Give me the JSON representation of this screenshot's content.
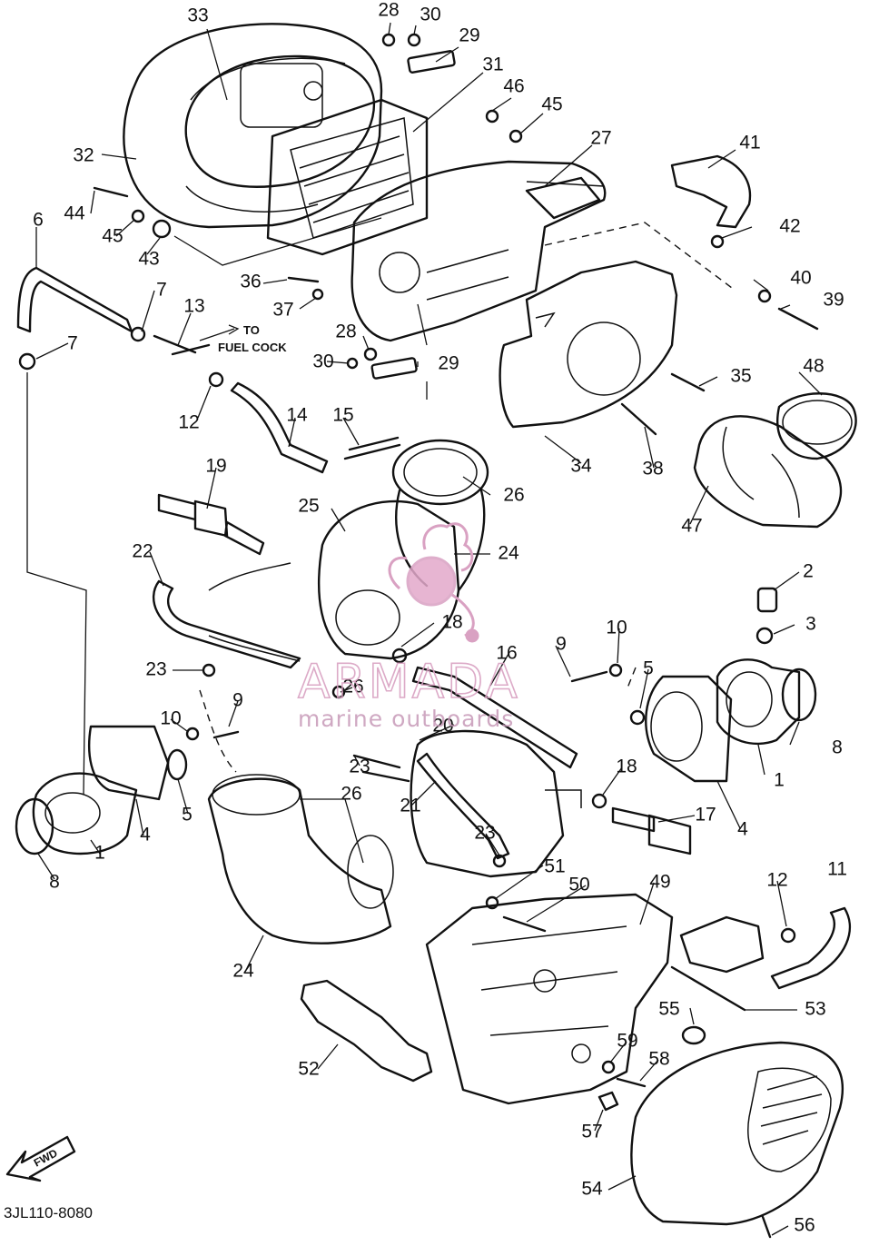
{
  "diagram": {
    "parts": [
      {
        "id": "33",
        "label": "33"
      },
      {
        "id": "28a",
        "label": "28"
      },
      {
        "id": "30a",
        "label": "30"
      },
      {
        "id": "29a",
        "label": "29"
      },
      {
        "id": "31",
        "label": "31"
      },
      {
        "id": "46",
        "label": "46"
      },
      {
        "id": "45a",
        "label": "45"
      },
      {
        "id": "27",
        "label": "27"
      },
      {
        "id": "32",
        "label": "32"
      },
      {
        "id": "41",
        "label": "41"
      },
      {
        "id": "44",
        "label": "44"
      },
      {
        "id": "45b",
        "label": "45"
      },
      {
        "id": "43",
        "label": "43"
      },
      {
        "id": "42",
        "label": "42"
      },
      {
        "id": "6",
        "label": "6"
      },
      {
        "id": "36",
        "label": "36"
      },
      {
        "id": "40",
        "label": "40"
      },
      {
        "id": "7a",
        "label": "7"
      },
      {
        "id": "13",
        "label": "13"
      },
      {
        "id": "37",
        "label": "37"
      },
      {
        "id": "39",
        "label": "39"
      },
      {
        "id": "7b",
        "label": "7"
      },
      {
        "id": "28b",
        "label": "28"
      },
      {
        "id": "30b",
        "label": "30"
      },
      {
        "id": "29b",
        "label": "29"
      },
      {
        "id": "35",
        "label": "35"
      },
      {
        "id": "48",
        "label": "48"
      },
      {
        "id": "12a",
        "label": "12"
      },
      {
        "id": "14",
        "label": "14"
      },
      {
        "id": "15",
        "label": "15"
      },
      {
        "id": "34",
        "label": "34"
      },
      {
        "id": "38",
        "label": "38"
      },
      {
        "id": "19",
        "label": "19"
      },
      {
        "id": "26a",
        "label": "26"
      },
      {
        "id": "25",
        "label": "25"
      },
      {
        "id": "47",
        "label": "47"
      },
      {
        "id": "22",
        "label": "22"
      },
      {
        "id": "24a",
        "label": "24"
      },
      {
        "id": "2",
        "label": "2"
      },
      {
        "id": "18a",
        "label": "18"
      },
      {
        "id": "3",
        "label": "3"
      },
      {
        "id": "10a",
        "label": "10"
      },
      {
        "id": "9a",
        "label": "9"
      },
      {
        "id": "16",
        "label": "16"
      },
      {
        "id": "5a",
        "label": "5"
      },
      {
        "id": "23a",
        "label": "23"
      },
      {
        "id": "26b",
        "label": "26"
      },
      {
        "id": "9b",
        "label": "9"
      },
      {
        "id": "20",
        "label": "20"
      },
      {
        "id": "10b",
        "label": "10"
      },
      {
        "id": "8a",
        "label": "8"
      },
      {
        "id": "1a",
        "label": "1"
      },
      {
        "id": "5b",
        "label": "5"
      },
      {
        "id": "23b",
        "label": "23"
      },
      {
        "id": "18b",
        "label": "18"
      },
      {
        "id": "26c",
        "label": "26"
      },
      {
        "id": "21",
        "label": "21"
      },
      {
        "id": "17",
        "label": "17"
      },
      {
        "id": "4a",
        "label": "4"
      },
      {
        "id": "4b",
        "label": "4"
      },
      {
        "id": "8b",
        "label": "8"
      },
      {
        "id": "1b",
        "label": "1"
      },
      {
        "id": "23c",
        "label": "23"
      },
      {
        "id": "51",
        "label": "51"
      },
      {
        "id": "11",
        "label": "11"
      },
      {
        "id": "50",
        "label": "50"
      },
      {
        "id": "49",
        "label": "49"
      },
      {
        "id": "12b",
        "label": "12"
      },
      {
        "id": "24b",
        "label": "24"
      },
      {
        "id": "53",
        "label": "53"
      },
      {
        "id": "55",
        "label": "55"
      },
      {
        "id": "52",
        "label": "52"
      },
      {
        "id": "59",
        "label": "59"
      },
      {
        "id": "58",
        "label": "58"
      },
      {
        "id": "57",
        "label": "57"
      },
      {
        "id": "54",
        "label": "54"
      },
      {
        "id": "56",
        "label": "56"
      }
    ],
    "note": {
      "line1": "TO",
      "line2": "FUEL COCK"
    },
    "fwd_label": "FWD",
    "code": "3JL110-8080"
  },
  "watermark": {
    "brand": "ARMADA",
    "tagline": "marine outboards",
    "color": "#d9a1c2"
  }
}
